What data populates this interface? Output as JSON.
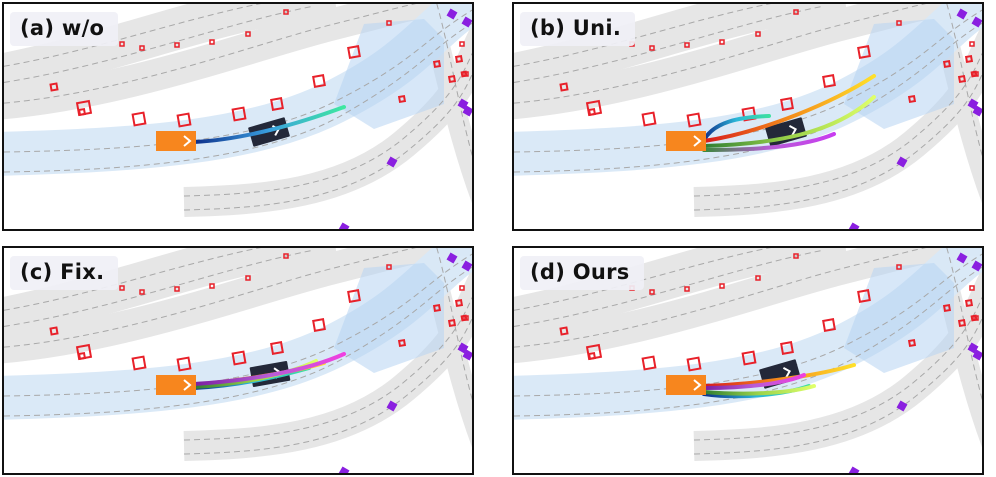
{
  "panels": [
    {
      "id": "a",
      "label": "(a) w/o"
    },
    {
      "id": "b",
      "label": "(b) Uni."
    },
    {
      "id": "c",
      "label": "(c) Fix."
    },
    {
      "id": "d",
      "label": "(d) Ours"
    }
  ],
  "colors": {
    "road": "#e6e6e6",
    "ego_route": "#d8e8f7",
    "goal_region": "#b7d4f2",
    "ego_vehicle": "#f7861e",
    "other_vehicle": "#232839",
    "obstacle": "#e8212a",
    "agent_marker": "#8a1fe0"
  }
}
